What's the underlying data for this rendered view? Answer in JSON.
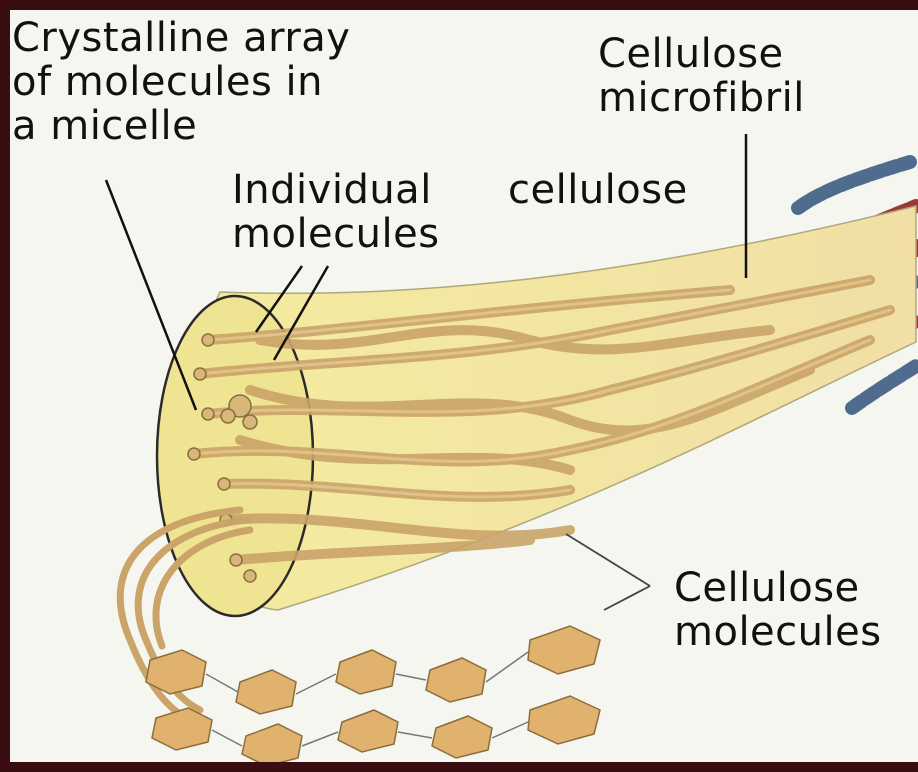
{
  "labels": {
    "micelle": [
      "Crystalline array",
      "of molecules in",
      "a micelle"
    ],
    "individual": [
      "Individual",
      "molecules"
    ],
    "cellulose_word": "cellulose",
    "microfibril": [
      "Cellulose",
      "microfibril"
    ],
    "molecules": [
      "Cellulose",
      "molecules"
    ]
  },
  "colors": {
    "border": "#3a0d10",
    "background": "#f6f6f1",
    "fibril_fill": "#f2ea9c",
    "strand": "#caa469",
    "hexagon": "#e1b26d",
    "glucose_chain_blue": "#4f6c8f",
    "glucose_chain_red": "#9a3a35"
  }
}
